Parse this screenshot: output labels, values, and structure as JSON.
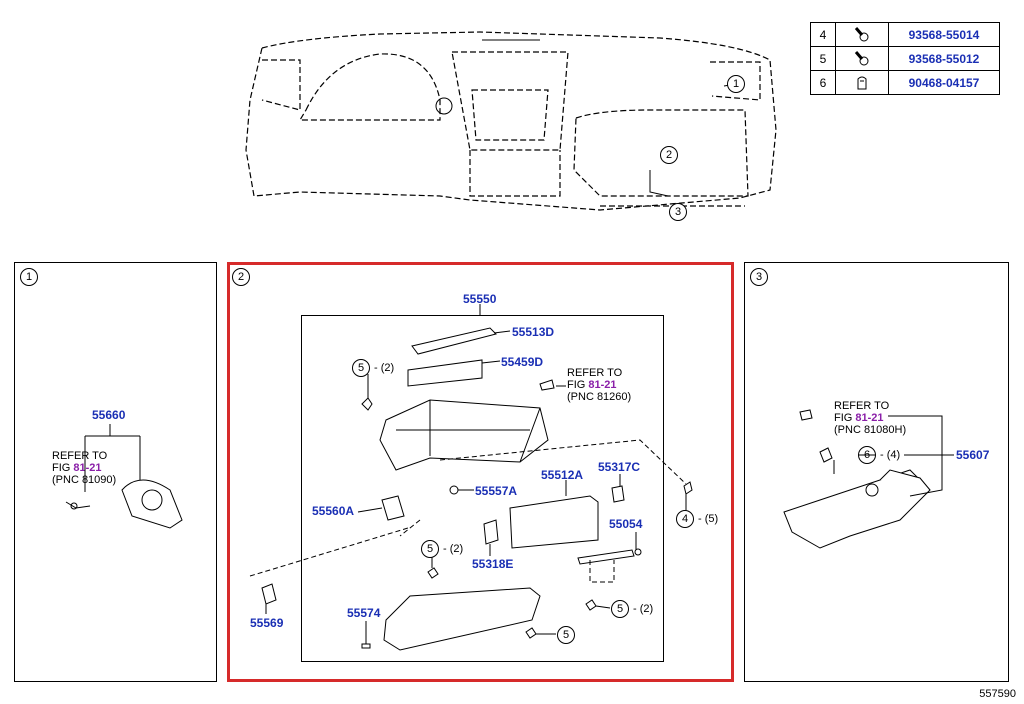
{
  "legend": [
    {
      "num": "4",
      "icon": "bolt-icon",
      "part": "93568-55014"
    },
    {
      "num": "5",
      "icon": "bolt-icon",
      "part": "93568-55012"
    },
    {
      "num": "6",
      "icon": "clip-icon",
      "part": "90468-04157"
    }
  ],
  "overview_callouts": [
    "1",
    "2",
    "3"
  ],
  "panel1": {
    "index": "1",
    "part": "55660",
    "ref_line1": "REFER TO",
    "ref_fig_prefix": "FIG ",
    "ref_fig": "81-21",
    "ref_pnc": "(PNC 81090)"
  },
  "panel2": {
    "index": "2",
    "parts": {
      "p55550": "55550",
      "p55513D": "55513D",
      "p55459D": "55459D",
      "p55557A": "55557A",
      "p55512A": "55512A",
      "p55317C": "55317C",
      "p55560A": "55560A",
      "p55054": "55054",
      "p55318E": "55318E",
      "p55569": "55569",
      "p55574": "55574"
    },
    "ref_line1": "REFER TO",
    "ref_fig_prefix": "FIG ",
    "ref_fig": "81-21",
    "ref_pnc": "(PNC 81260)",
    "callouts": [
      {
        "num": "5",
        "qty": "- (2)"
      },
      {
        "num": "4",
        "qty": "- (5)"
      },
      {
        "num": "5",
        "qty": "- (2)"
      },
      {
        "num": "5",
        "qty": "- (2)"
      },
      {
        "num": "5",
        "qty": ""
      }
    ]
  },
  "panel3": {
    "index": "3",
    "part": "55607",
    "ref_line1": "REFER TO",
    "ref_fig_prefix": "FIG ",
    "ref_fig": "81-21",
    "ref_pnc": "(PNC 81080H)",
    "callout": {
      "num": "6",
      "qty": "- (4)"
    }
  },
  "diagram_id": "557590"
}
